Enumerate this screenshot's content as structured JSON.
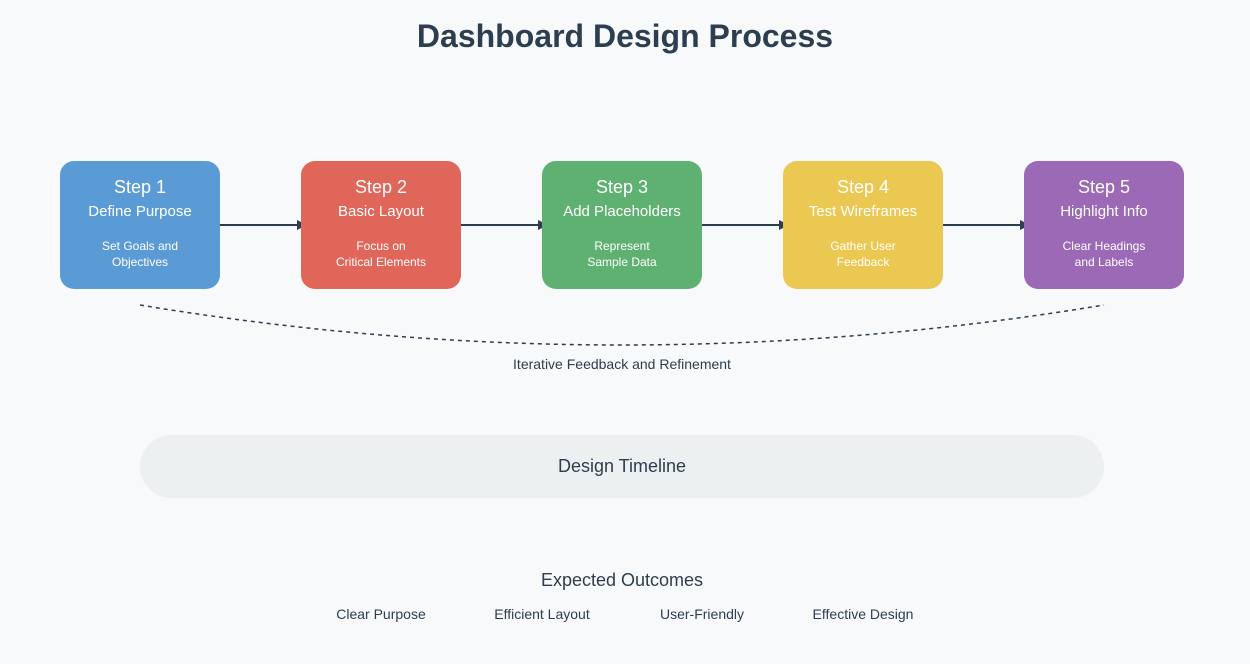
{
  "title": "Dashboard Design Process",
  "steps": [
    {
      "number": "Step 1",
      "name": "Define Purpose",
      "desc_line1": "Set Goals and",
      "desc_line2": "Objectives",
      "color": "#5b9bd5"
    },
    {
      "number": "Step 2",
      "name": "Basic Layout",
      "desc_line1": "Focus on",
      "desc_line2": "Critical Elements",
      "color": "#e0665a"
    },
    {
      "number": "Step 3",
      "name": "Add Placeholders",
      "desc_line1": "Represent",
      "desc_line2": "Sample Data",
      "color": "#5fb172"
    },
    {
      "number": "Step 4",
      "name": "Test Wireframes",
      "desc_line1": "Gather User",
      "desc_line2": "Feedback",
      "color": "#eac852"
    },
    {
      "number": "Step 5",
      "name": "Highlight Info",
      "desc_line1": "Clear Headings",
      "desc_line2": "and Labels",
      "color": "#9b69b5"
    }
  ],
  "feedback_label": "Iterative Feedback and Refinement",
  "timeline_label": "Design Timeline",
  "outcomes": {
    "title": "Expected Outcomes",
    "items": [
      "Clear Purpose",
      "Efficient Layout",
      "User-Friendly",
      "Effective Design"
    ]
  },
  "colors": {
    "arrow": "#2c3e50",
    "text": "#2c3e50",
    "timeline_bg": "#ecf0f1"
  }
}
